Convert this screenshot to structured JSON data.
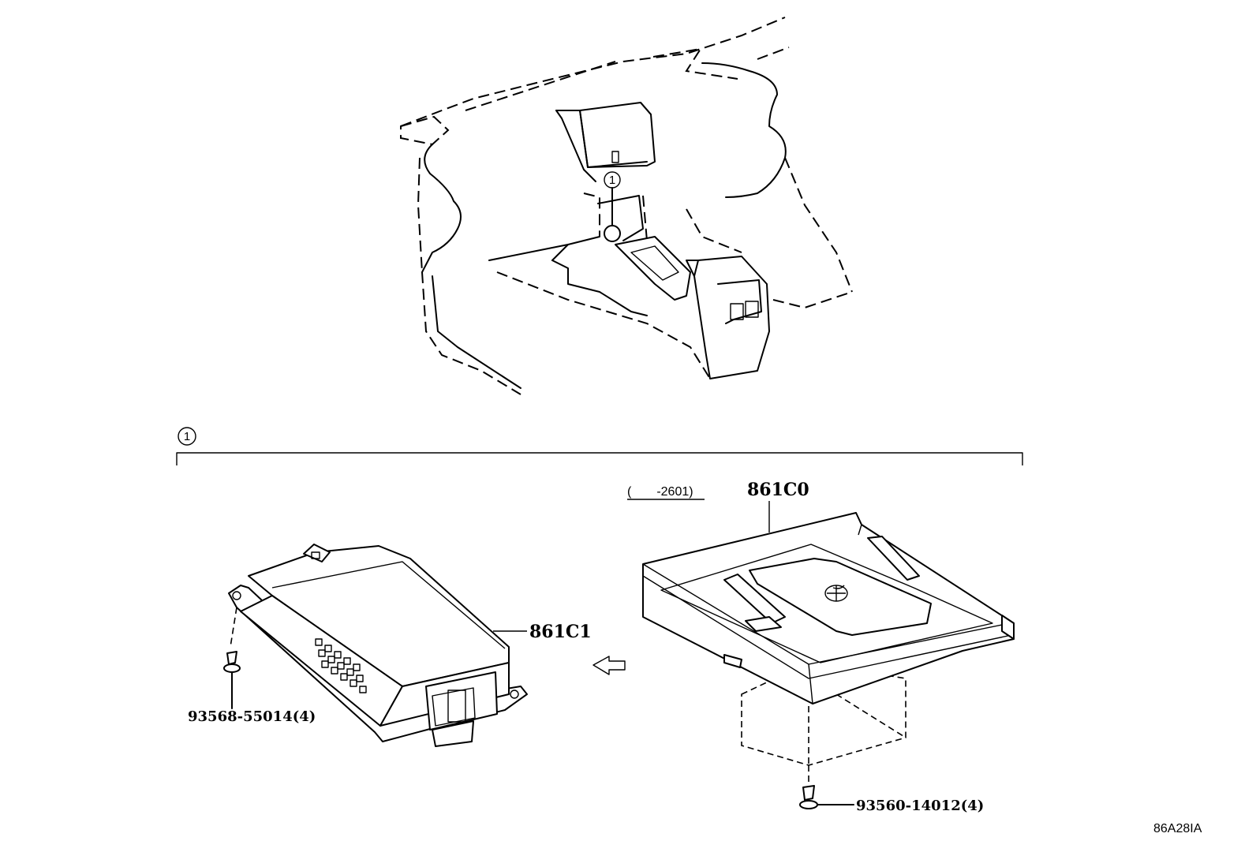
{
  "callouts": {
    "detail_marker": "1",
    "detail_header": "1"
  },
  "parts": {
    "wireless_charger_pad": {
      "number": "861C0"
    },
    "charger_module": {
      "number": "861C1"
    },
    "screw_module": {
      "number": "93568-55014(4)"
    },
    "screw_pad": {
      "number": "93560-14012(4)"
    }
  },
  "applicability": {
    "range": "(　　-2601)"
  },
  "illustration_id": "86A28IA"
}
